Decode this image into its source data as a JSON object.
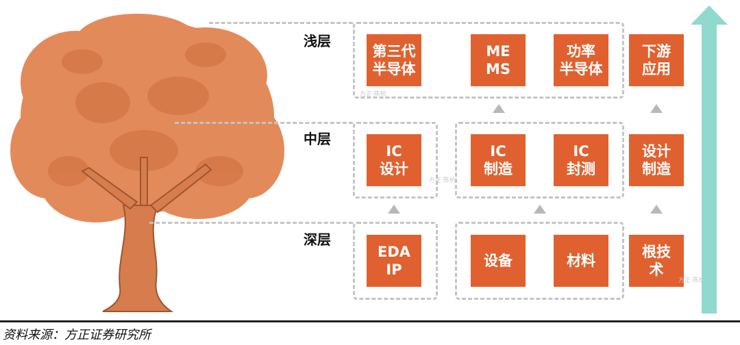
{
  "layers": {
    "shallow": "浅层",
    "middle": "中层",
    "deep": "深层"
  },
  "boxes": {
    "third_gen": "第三代\n半导体",
    "mems": "ME\nMS",
    "power": "功率\n半导体",
    "downstream": "下游\n应用",
    "ic_design": "IC\n设计",
    "ic_mfg": "IC\n制造",
    "ic_pkg": "IC\n封测",
    "design_mfg": "设计\n制造",
    "eda_ip": "EDA\nIP",
    "equipment": "设备",
    "materials": "材料",
    "root_tech": "根技\n术"
  },
  "watermark": "方正·陈杭",
  "source": "资料来源：方正证券研究所",
  "colors": {
    "box": "#e0612f",
    "tree": "#e38a5a",
    "arrow": "#8fd9cf",
    "dash": "#c4c4c4"
  }
}
